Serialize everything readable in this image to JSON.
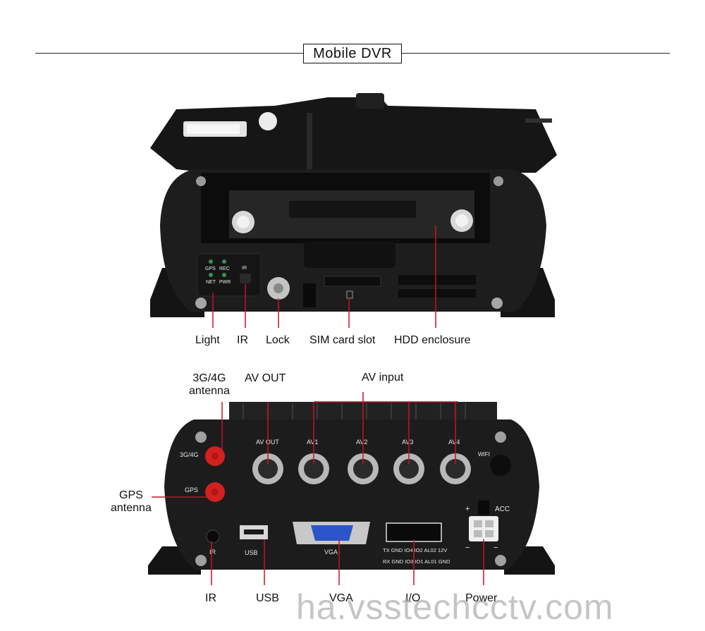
{
  "title": "Mobile DVR",
  "front_view": {
    "callouts": [
      "Light",
      "IR",
      "Lock",
      "SIM card slot",
      "HDD enclosure"
    ],
    "panel_text": {
      "gps": "GPS",
      "rec": "REC",
      "net": "NET",
      "pwr": "PWR",
      "ir": "IR"
    }
  },
  "rear_view": {
    "callouts_top": {
      "antenna": "3G/4G\nantenna",
      "av_out": "AV OUT",
      "av_input": "AV input"
    },
    "callout_gps": "GPS\nantenna",
    "callouts_bottom": [
      "IR",
      "USB",
      "VGA",
      "I/O",
      "Power"
    ],
    "panel_text": {
      "ant_3g4g": "3G/4G",
      "gps": "GPS",
      "av_out": "AV OUT",
      "av1": "AV1",
      "av2": "AV2",
      "av3": "AV3",
      "av4": "AV4",
      "wifi": "WIFI",
      "acc": "ACC",
      "usb": "USB",
      "vga": "VGA",
      "ir": "IR",
      "io_top": "TX GND IO4 IO2 AL02 12V",
      "io_bottom": "RX GND IO3 IO1 AL01 GND",
      "plus": "+",
      "minus": "−"
    }
  },
  "watermark": "ha.vsstechcctv.com",
  "colors": {
    "device": "#1b1b1b",
    "antenna": "#d42020",
    "vga": "#2b55c8",
    "line": "#c8102e"
  }
}
